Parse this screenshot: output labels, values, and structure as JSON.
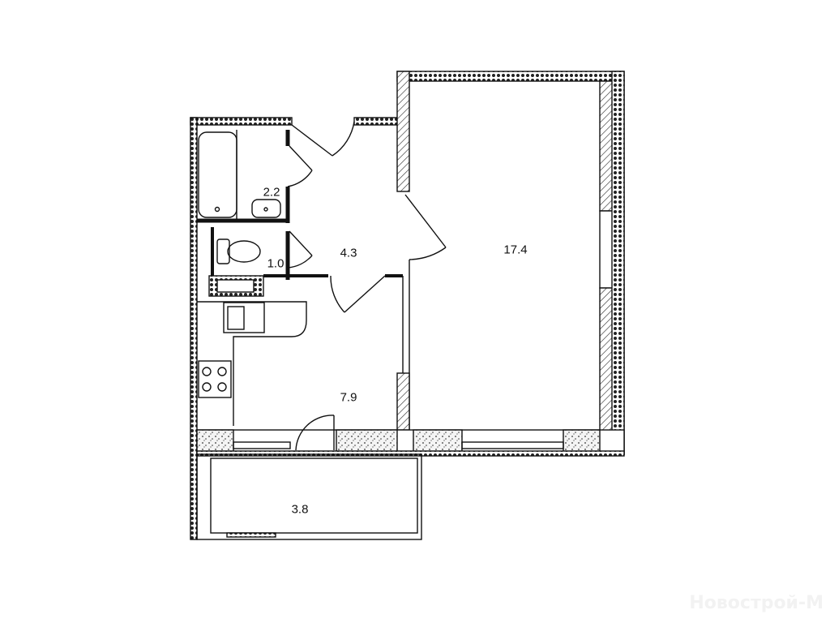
{
  "plan": {
    "rooms": [
      {
        "id": "bathroom",
        "area": "2.2"
      },
      {
        "id": "toilet",
        "area": "1.0"
      },
      {
        "id": "hallway",
        "area": "4.3"
      },
      {
        "id": "living-room",
        "area": "17.4"
      },
      {
        "id": "kitchen",
        "area": "7.9"
      },
      {
        "id": "balcony",
        "area": "3.8"
      }
    ]
  },
  "watermark": "Новострой-М"
}
